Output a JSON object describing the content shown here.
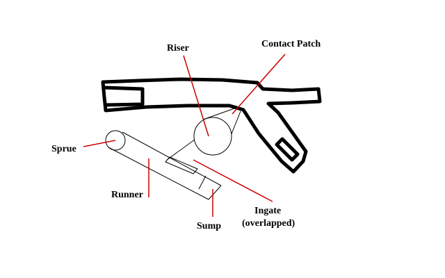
{
  "labels": {
    "riser": "Riser",
    "contact_patch": "Contact Patch",
    "sprue": "Sprue",
    "runner": "Runner",
    "sump": "Sump",
    "ingate_line1": "Ingate",
    "ingate_line2": "(overlapped)"
  },
  "colors": {
    "background": "#ffffff",
    "outline": "#000000",
    "leader_line": "#cc0000"
  }
}
